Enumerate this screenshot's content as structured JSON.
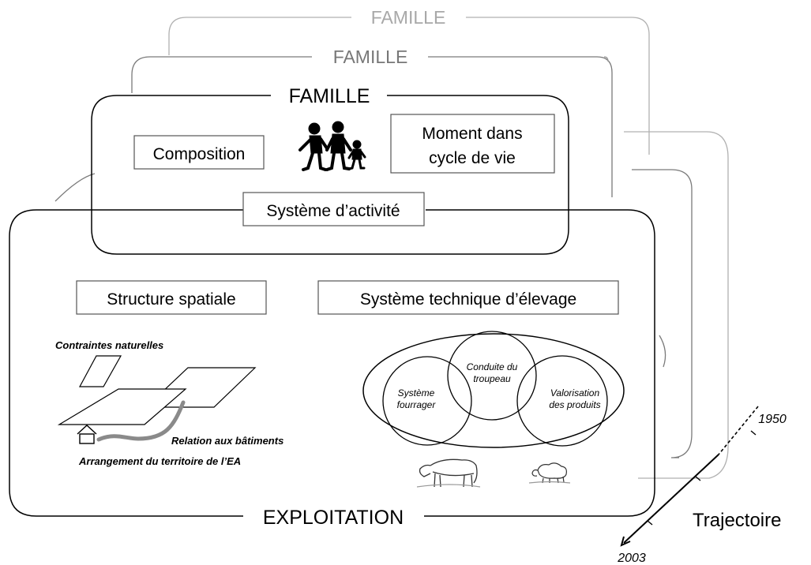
{
  "layers": {
    "back_title": "FAMILLE",
    "middle_title": "FAMILLE",
    "front_title": "FAMILLE"
  },
  "famille": {
    "composition": "Composition",
    "moment_line1": "Moment dans",
    "moment_line2": "cycle de vie",
    "family_icon": "family-people-icon"
  },
  "systeme_activite": "Système d’activité",
  "exploitation": {
    "title": "EXPLOITATION",
    "structure_spatiale": "Structure spatiale",
    "systeme_technique": "Système technique d’élevage",
    "contraintes": "Contraintes naturelles",
    "relation": "Relation aux bâtiments",
    "arrangement": "Arrangement du territoire de l’EA",
    "house_icon": "house-icon",
    "venn": {
      "conduite_line1": "Conduite du",
      "conduite_line2": "troupeau",
      "systeme_line1": "Système",
      "systeme_line2": "fourrager",
      "valorisation_line1": "Valorisation",
      "valorisation_line2": "des produits"
    },
    "animals": [
      "cow-icon",
      "sheep-icon"
    ]
  },
  "trajectoire": {
    "label": "Trajectoire",
    "start_year": "1950",
    "end_year": "2003"
  }
}
